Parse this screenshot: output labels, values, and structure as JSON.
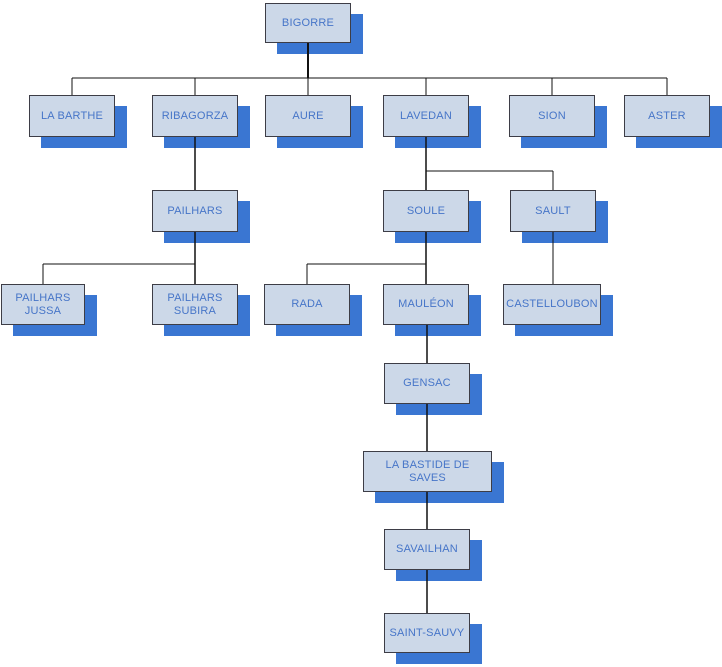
{
  "diagram": {
    "type": "tree",
    "description": "Genealogy / organization tree of Bigorre lineage",
    "colors": {
      "node_fill": "#ccd8e8",
      "node_border": "#3d3d46",
      "node_text": "#4675c8",
      "shadow": "#3a76d2",
      "connector": "#111111",
      "background": "#ffffff"
    },
    "nodes": [
      {
        "label": "BIGORRE",
        "parent": null
      },
      {
        "label": "LA BARTHE",
        "parent": "BIGORRE"
      },
      {
        "label": "RIBAGORZA",
        "parent": "BIGORRE"
      },
      {
        "label": "AURE",
        "parent": "BIGORRE"
      },
      {
        "label": "LAVEDAN",
        "parent": "BIGORRE"
      },
      {
        "label": "SION",
        "parent": "BIGORRE"
      },
      {
        "label": "ASTER",
        "parent": "BIGORRE"
      },
      {
        "label": "PAILHARS",
        "parent": "RIBAGORZA"
      },
      {
        "label": "SOULE",
        "parent": "LAVEDAN"
      },
      {
        "label": "SAULT",
        "parent": "LAVEDAN"
      },
      {
        "label": "PAILHARS JUSSA",
        "parent": "PAILHARS"
      },
      {
        "label": "PAILHARS SUBIRA",
        "parent": "PAILHARS"
      },
      {
        "label": "RADA",
        "parent": "SOULE"
      },
      {
        "label": "MAULÉON",
        "parent": "SOULE"
      },
      {
        "label": "CASTELLOUBON",
        "parent": "SAULT"
      },
      {
        "label": "GENSAC",
        "parent": "MAULÉON"
      },
      {
        "label": "LA BASTIDE DE SAVES",
        "parent": "GENSAC"
      },
      {
        "label": "SAVAILHAN",
        "parent": "LA BASTIDE DE SAVES"
      },
      {
        "label": "SAINT-SAUVY",
        "parent": "SAVAILHAN"
      }
    ]
  }
}
